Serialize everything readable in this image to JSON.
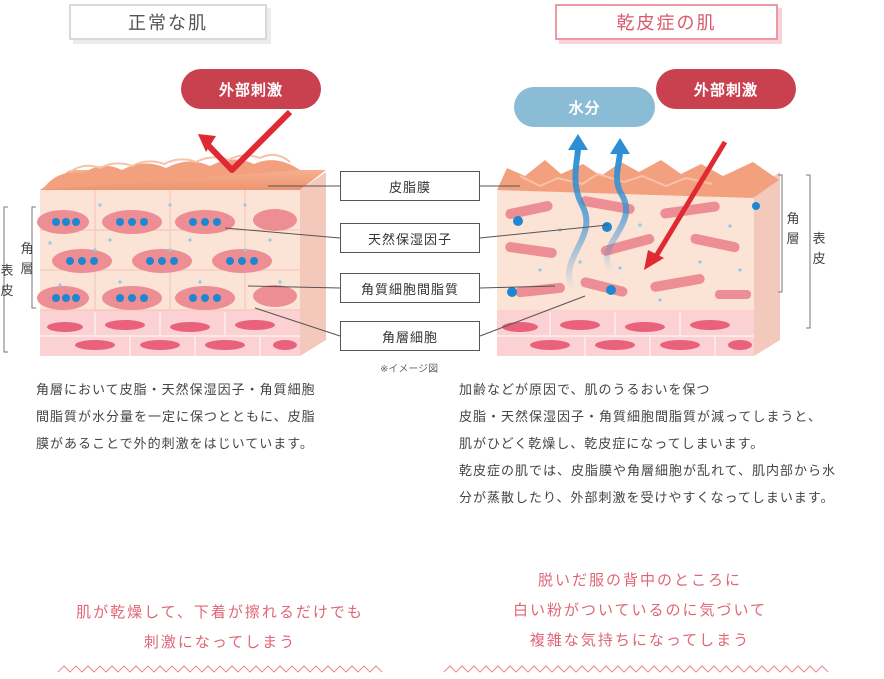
{
  "titles": {
    "normal": "正常な肌",
    "dry": "乾皮症の肌"
  },
  "badges": {
    "external_left": "外部刺激",
    "external_right": "外部刺激",
    "water": "水分"
  },
  "labels": {
    "sebum": "皮脂膜",
    "nmf": "天然保湿因子",
    "lipid": "角質細胞間脂質",
    "corneocyte": "角層細胞"
  },
  "side_labels": {
    "kakuso": "角層",
    "hyohi": "表皮"
  },
  "note": "※イメージ図",
  "descriptions": {
    "normal": [
      "角層において皮脂・天然保湿因子・角質細胞",
      "間脂質が水分量を一定に保つとともに、皮脂",
      "膜があることで外的刺激をはじいています。"
    ],
    "dry": [
      "加齢などが原因で、肌のうるおいを保つ",
      "皮脂・天然保湿因子・角質細胞間脂質が減ってしまうと、",
      "肌がひどく乾燥し、乾皮症になってしまいます。",
      "乾皮症の肌では、皮脂膜や角層細胞が乱れて、肌内部から水",
      "分が蒸散したり、外部刺激を受けやすくなってしまいます。"
    ]
  },
  "symptoms": {
    "left": [
      "肌が乾燥して、下着が擦れるだけでも",
      "刺激になってしまう"
    ],
    "right": [
      "脱いだ服の背中のところに",
      "白い粉がついているのに気づいて",
      "複雑な気持ちになってしまう"
    ]
  },
  "colors": {
    "accent_red": "#c9404e",
    "pink_text": "#e06676",
    "water_blue": "#8bbcd6"
  }
}
